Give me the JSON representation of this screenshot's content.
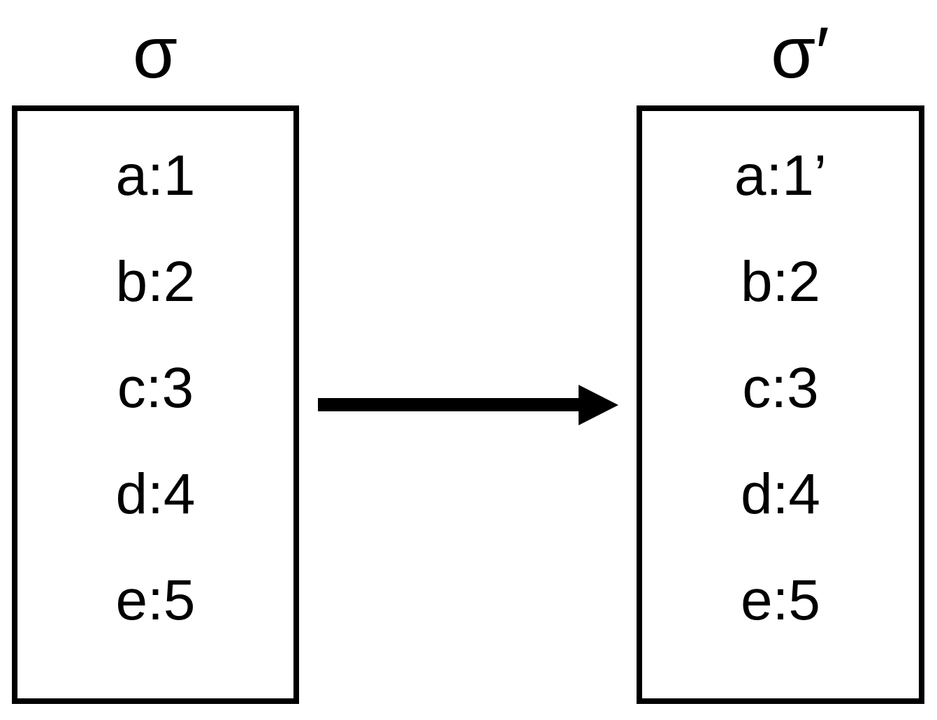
{
  "diagram": {
    "type": "state-transition",
    "description": "Two program-state boxes connected by a rightward arrow showing an update of binding a",
    "background_color": "#ffffff",
    "foreground_color": "#000000"
  },
  "states": [
    {
      "id": "initial-state",
      "label": "σ",
      "bindings": [
        {
          "name": "a",
          "value": "1",
          "text": "a:1"
        },
        {
          "name": "b",
          "value": "2",
          "text": "b:2"
        },
        {
          "name": "c",
          "value": "3",
          "text": "c:3"
        },
        {
          "name": "d",
          "value": "4",
          "text": "d:4"
        },
        {
          "name": "e",
          "value": "5",
          "text": "e:5"
        }
      ]
    },
    {
      "id": "final-state",
      "label": "σ′",
      "bindings": [
        {
          "name": "a",
          "value": "1’",
          "text": "a:1’"
        },
        {
          "name": "b",
          "value": "2",
          "text": "b:2"
        },
        {
          "name": "c",
          "value": "3",
          "text": "c:3"
        },
        {
          "name": "d",
          "value": "4",
          "text": "d:4"
        },
        {
          "name": "e",
          "value": "5",
          "text": "e:5"
        }
      ]
    }
  ],
  "arrow": {
    "id": "transition-arrow",
    "direction": "right",
    "label": "",
    "color": "#000000"
  }
}
